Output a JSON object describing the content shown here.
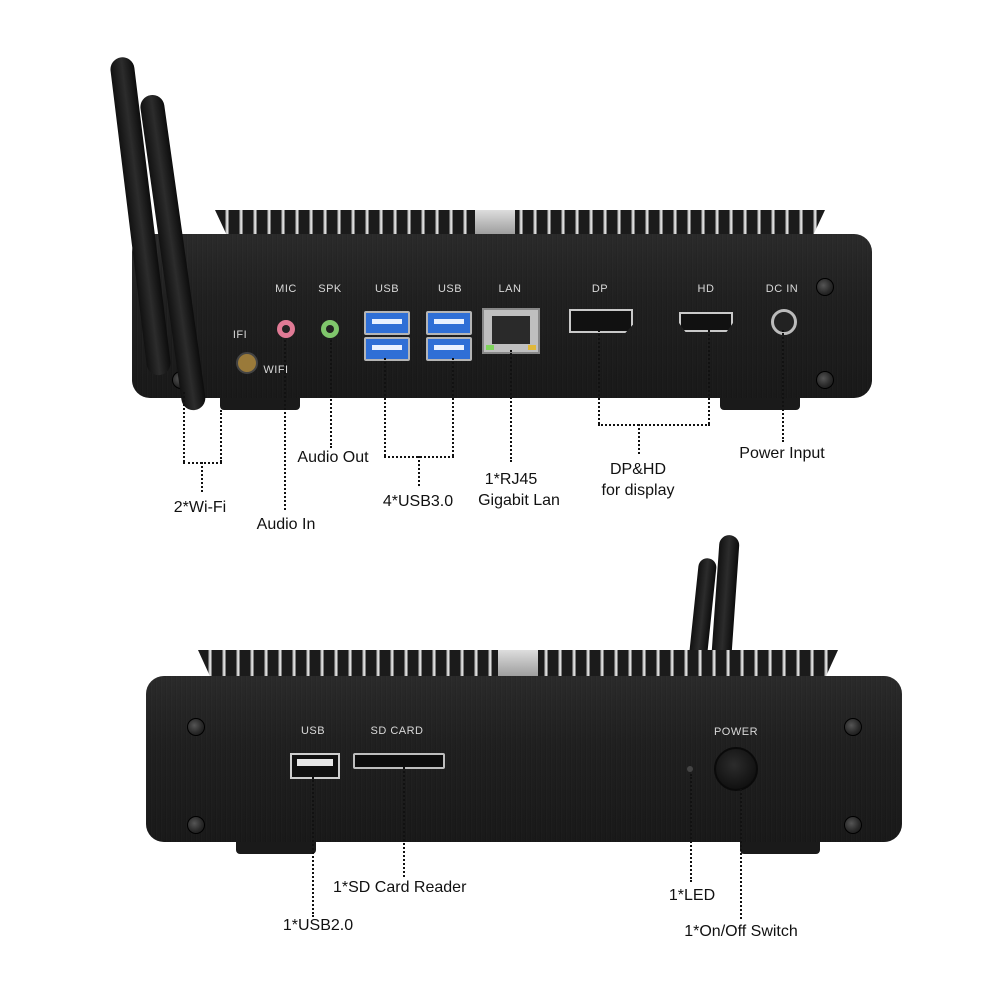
{
  "top_panel": {
    "port_labels": {
      "wifi_a": "IFI",
      "wifi_b": "WIFI",
      "mic": "MIC",
      "spk": "SPK",
      "usb_1": "USB",
      "usb_2": "USB",
      "lan": "LAN",
      "dp": "DP",
      "hd": "HD",
      "dc_in": "DC IN"
    },
    "callouts": {
      "wifi": "2*Wi-Fi",
      "audio_in": "Audio In",
      "audio_out": "Audio Out",
      "usb3": "4*USB3.0",
      "rj45_line1": "1*RJ45",
      "rj45_line2": "Gigabit Lan",
      "display_line1": "DP&HD",
      "display_line2": "for display",
      "power_input": "Power Input"
    }
  },
  "bottom_panel": {
    "port_labels": {
      "usb": "USB",
      "sd_card": "SD CARD",
      "power": "POWER"
    },
    "callouts": {
      "sd_reader": "1*SD Card Reader",
      "usb2": "1*USB2.0",
      "led": "1*LED",
      "switch": "1*On/Off Switch"
    }
  },
  "colors": {
    "case": "#1d1d1d",
    "usb3_blue": "#2f6fd6",
    "mic_pink": "#e07a95",
    "spk_green": "#7fc66b",
    "callout_text": "#111111"
  }
}
